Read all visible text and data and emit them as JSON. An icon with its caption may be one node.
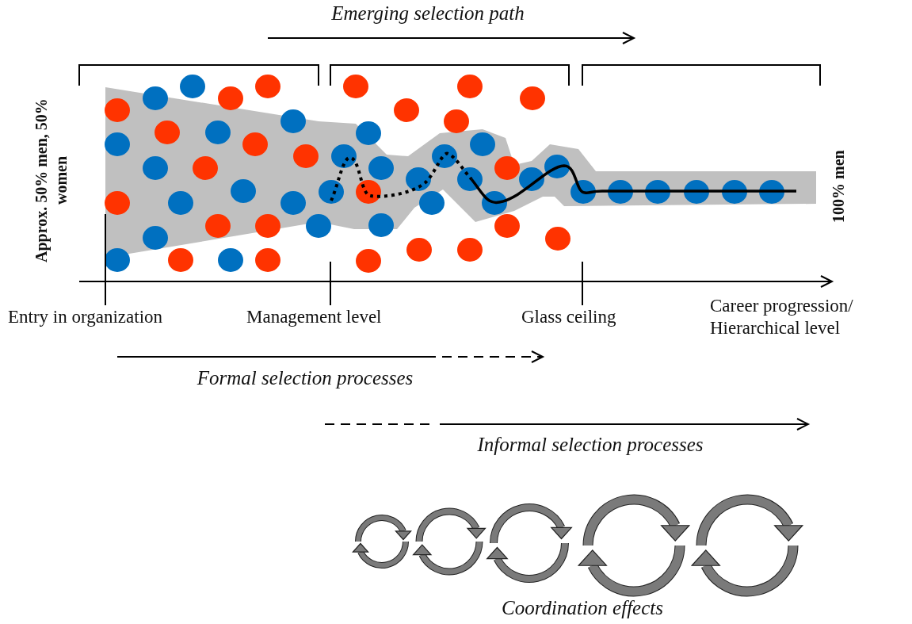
{
  "diagram": {
    "labels": [
      "Emerging selection path",
      "Approx. 50% men, 50% women",
      "100% men",
      "Entry in organization",
      "Management level",
      "Glass ceiling",
      "Career progression/ Hierarchical level",
      "Formal selection processes",
      "Informal selection processes",
      "Coordination effects"
    ]
  }
}
